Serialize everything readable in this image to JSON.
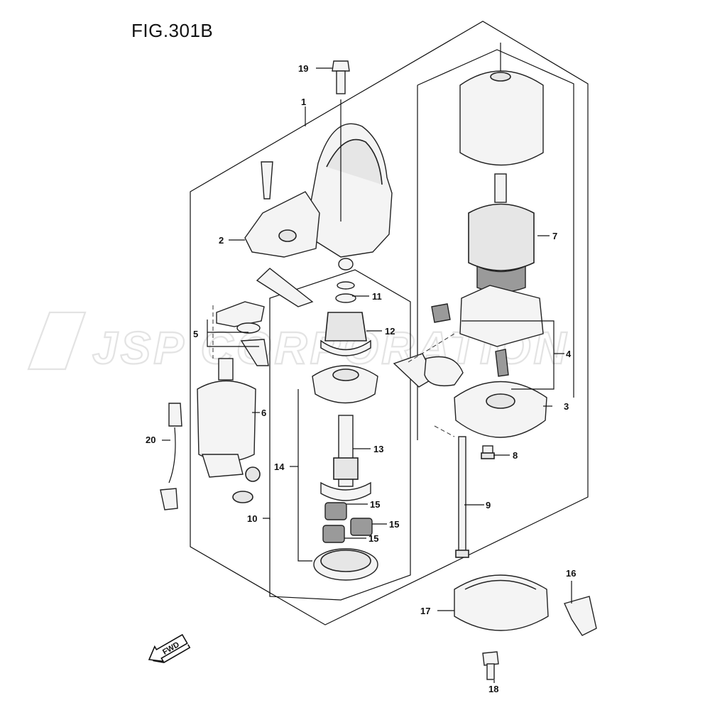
{
  "figure": {
    "title": "FIG.301B"
  },
  "watermark": {
    "text": "JSP CORPORATION"
  },
  "fwd_badge": {
    "label": "FWD"
  },
  "callouts": {
    "c1": "1",
    "c2": "2",
    "c3": "3",
    "c4": "4",
    "c5": "5",
    "c6": "6",
    "c7": "7",
    "c8": "8",
    "c9": "9",
    "c10": "10",
    "c11": "11",
    "c12": "12",
    "c13": "13",
    "c14": "14",
    "c15a": "15",
    "c15b": "15",
    "c15c": "15",
    "c16": "16",
    "c17": "17",
    "c18": "18",
    "c19": "19",
    "c20": "20"
  }
}
